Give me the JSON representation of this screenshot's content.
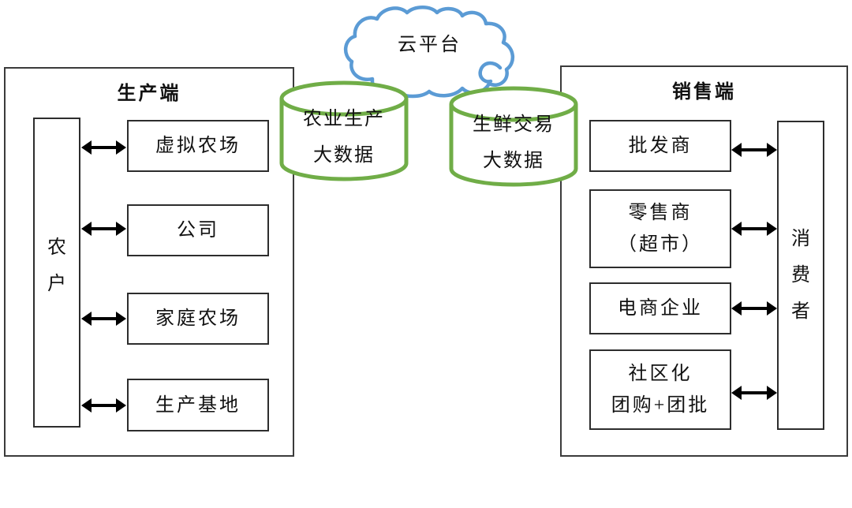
{
  "cloud": {
    "label": "云平台"
  },
  "databases": [
    {
      "line1": "农业生产",
      "line2": "大数据"
    },
    {
      "line1": "生鲜交易",
      "line2": "大数据"
    }
  ],
  "production": {
    "title": "生产端",
    "actor": {
      "label": "农户",
      "chars": [
        "农",
        "户"
      ]
    },
    "nodes": [
      "虚拟农场",
      "公司",
      "家庭农场",
      "生产基地"
    ]
  },
  "sales": {
    "title": "销售端",
    "actor": {
      "label": "消费者",
      "chars": [
        "消",
        "费",
        "者"
      ]
    },
    "nodes": [
      [
        "批发商"
      ],
      [
        "零售商",
        "（超市）"
      ],
      [
        "电商企业"
      ],
      [
        "社区化",
        "团购+团批"
      ]
    ]
  },
  "colors": {
    "cloud_stroke": "#5B9BD5",
    "database_stroke": "#70AD47",
    "box_border": "#3B3B3B",
    "arrow": "#000000"
  }
}
